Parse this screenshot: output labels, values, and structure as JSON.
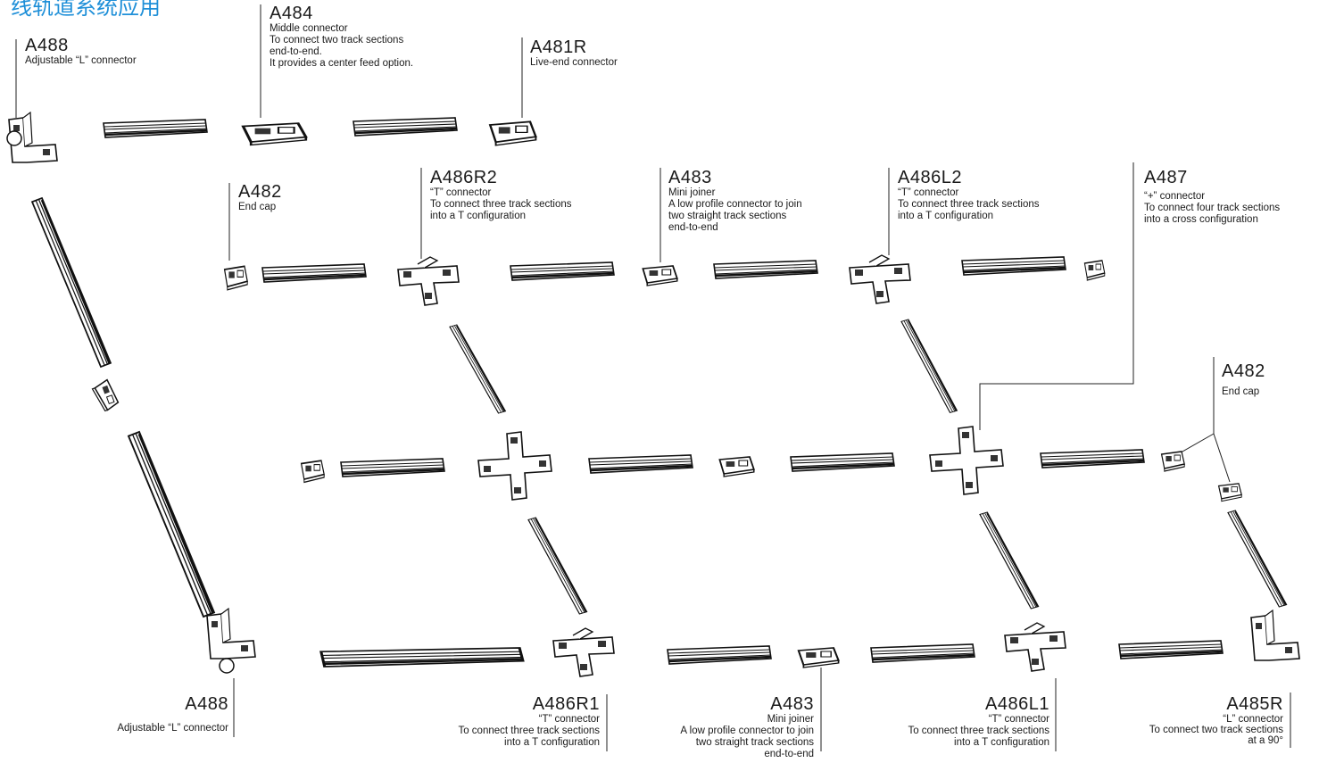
{
  "page_title": "线轨道系统应用",
  "labels": [
    {
      "id": "a488-top",
      "code": "A488",
      "desc": [
        "Adjustable “L” connector"
      ]
    },
    {
      "id": "a484",
      "code": "A484",
      "desc": [
        "Middle connector",
        "To connect two track sections",
        "end-to-end.",
        "It provides a center feed option."
      ]
    },
    {
      "id": "a481r",
      "code": "A481R",
      "desc": [
        "Live-end connector"
      ]
    },
    {
      "id": "a482-left",
      "code": "A482",
      "desc": [
        "End cap"
      ]
    },
    {
      "id": "a486r2",
      "code": "A486R2",
      "desc": [
        "“T” connector",
        "To connect three track sections",
        "into a  T configuration"
      ]
    },
    {
      "id": "a483-top",
      "code": "A483",
      "desc": [
        "Mini joiner",
        "A low profile connector to join",
        "two straight track sections",
        "end-to-end"
      ]
    },
    {
      "id": "a486l2",
      "code": "A486L2",
      "desc": [
        "“T” connector",
        "To connect three track sections",
        "into a  T configuration"
      ]
    },
    {
      "id": "a487",
      "code": "A487",
      "desc": [
        "“+” connector",
        "To connect four track sections",
        "into a  cross configuration"
      ]
    },
    {
      "id": "a482-right",
      "code": "A482",
      "desc": [
        "End cap"
      ]
    },
    {
      "id": "a488-bottom",
      "code": "A488",
      "desc": [
        "Adjustable “L” connector"
      ]
    },
    {
      "id": "a486r1",
      "code": "A486R1",
      "desc": [
        "“T” connector",
        "To connect three track sections",
        "into a  T configuration"
      ]
    },
    {
      "id": "a483-bottom",
      "code": "A483",
      "desc": [
        "Mini joiner",
        "A low profile connector to join",
        "two straight track sections",
        "end-to-end"
      ]
    },
    {
      "id": "a486l1",
      "code": "A486L1",
      "desc": [
        "“T” connector",
        "To connect three track sections",
        "into a  T configuration"
      ]
    },
    {
      "id": "a485r",
      "code": "A485R",
      "desc": [
        "“L” connector",
        "To connect two track sections",
        "at a 90°"
      ]
    }
  ]
}
